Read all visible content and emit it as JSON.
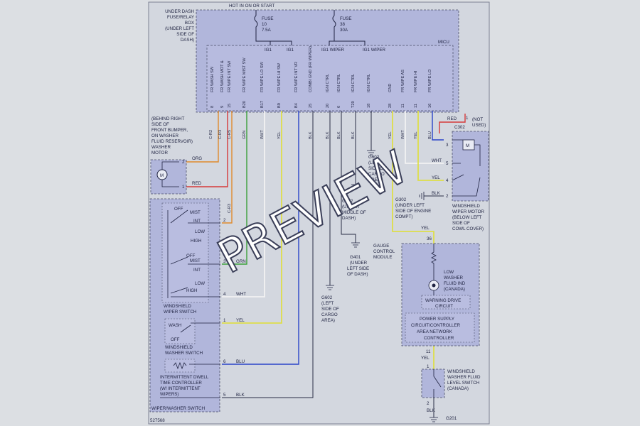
{
  "header": {
    "hot_label": "HOT IN ON OR START"
  },
  "fusebox": {
    "location": [
      "UNDER DASH",
      "FUSE/RELAY",
      "BOX",
      "(UNDER LEFT",
      "SIDE OF",
      "DASH)"
    ],
    "fuse_a": [
      "FUSE",
      "10",
      "7.5A"
    ],
    "fuse_b": [
      "FUSE",
      "38",
      "30A"
    ],
    "micu": "MICU",
    "outputs": [
      "IG1",
      "IG1",
      "IG1 WIPER",
      "IG1 WIPER"
    ]
  },
  "micu_columns": [
    {
      "text": "FR WASH SW",
      "pin": "8"
    },
    {
      "text": "FR WASH MOT &",
      "pin": "9"
    },
    {
      "text": "FR WIPE INT SW",
      "pin": "15"
    },
    {
      "text": "FR WIPE MIST SW",
      "pin": "B20"
    },
    {
      "text": "FR WIPE LO SW",
      "pin": "B17"
    },
    {
      "text": "FR WIPE HI SW",
      "pin": "B9"
    },
    {
      "text": "FR WIPE INT VR",
      "pin": "B4"
    },
    {
      "text": "COMBI GND (FR WIPER)",
      "pin": "25"
    },
    {
      "text": "IGN CTRL",
      "pin": "20"
    },
    {
      "text": "IGN CTRL",
      "pin": "6"
    },
    {
      "text": "IGN CTRL",
      "pin": "T29"
    },
    {
      "text": "IGN CTRL",
      "pin": "18"
    },
    {
      "text": "GND",
      "pin": "28"
    },
    {
      "text": "FR WIPE AS",
      "pin": "11"
    },
    {
      "text": "FR WIPE HI",
      "pin": "11"
    },
    {
      "text": "FR WIPE LO",
      "pin": "16"
    }
  ],
  "wire_colors": [
    "ORG",
    "RED",
    "C-R3",
    "GRN",
    "WHT",
    "YEL",
    "BLU",
    "BLK"
  ],
  "wire_tags": [
    "C-R2",
    "C-R3",
    "C-R5",
    "GRN",
    "WHT",
    "YEL",
    "BLK",
    "BLK",
    "BLK",
    "BLK",
    "YEL",
    "WHT",
    "YEL",
    "BLU"
  ],
  "colors": {
    "orange": "#e08a2c",
    "red": "#d63a3a",
    "green": "#3aa03a",
    "blue": "#2a44c8",
    "yellow": "#dede4a",
    "dark": "#1e2240",
    "panel": "#b1b6db"
  },
  "washer_motor": {
    "location": [
      "(BEHIND RIGHT",
      "SIDE OF",
      "FRONT BUMPER,",
      "ON WASHER",
      "FLUID RESERVOIR)"
    ],
    "name": [
      "WASHER",
      "MOTOR"
    ],
    "pins": [
      "2",
      "1"
    ],
    "wires": [
      "ORG",
      "RED"
    ]
  },
  "wiper_motor": {
    "not_used": [
      "(NOT",
      "USED)"
    ],
    "connector": "C302",
    "wires": [
      "RED",
      "WHT",
      "YEL",
      "BLK"
    ],
    "pins": [
      "1",
      "3",
      "5",
      "4",
      "2"
    ],
    "name": [
      "WINDSHIELD",
      "WIPER MOTOR",
      "(BELOW LEFT",
      "SIDE OF",
      "COWL COVER)"
    ]
  },
  "grounds": {
    "g602_a": [
      "G602",
      "(LEFT",
      "SIDE OF",
      "CARGO",
      "AREA)"
    ],
    "g401": [
      "G401",
      "(UNDER",
      "LEFT SIDE",
      "OF DASH)"
    ],
    "g602_b": [
      "G602",
      "(LEFT",
      "SIDE OF",
      "CARGO",
      "AREA)"
    ],
    "g402": [
      "G402",
      "(UNDER",
      "MIDDLE OF",
      "DASH)"
    ],
    "g302": [
      "G302",
      "(UNDER LEFT",
      "SIDE OF ENGINE",
      "COMPT)"
    ],
    "g201": "G201"
  },
  "switch_panel": {
    "wiper_modes_a": [
      "OFF",
      "MIST",
      "INT",
      "LOW",
      "HIGH"
    ],
    "wiper_modes_b": [
      "OFF",
      "MIST",
      "INT",
      "LOW",
      "HIGH"
    ],
    "wiper_name": [
      "WINDSHIELD",
      "WIPER SWITCH"
    ],
    "washer_modes": [
      "WASH",
      "OFF"
    ],
    "washer_name": [
      "WINDSHIELD",
      "WASHER SWITCH"
    ],
    "dwell_name": [
      "INTERMITTENT DWELL",
      "TIME CONTROLLER",
      "(W/ INTERMITTENT",
      "WIPERS)"
    ],
    "pins": [
      "2",
      "3",
      "4",
      "1",
      "6",
      "5"
    ],
    "wires": [
      "C-R3",
      "GRN",
      "WHT",
      "YEL",
      "BLU",
      "BLK"
    ],
    "title": "WIPER/WASHER SWITCH"
  },
  "gauge": {
    "label": [
      "GAUGE",
      "CONTROL",
      "MODULE"
    ],
    "pin_top": "36",
    "wire_top": "YEL",
    "indicator": [
      "LOW",
      "WASHER",
      "FLUID IND",
      "(CANADA)"
    ],
    "drive": [
      "WARNING DRIVE",
      "CIRCUIT"
    ],
    "power": [
      "POWER SUPPLY",
      "CIRCUIT/CONTROLLER",
      "AREA NETWORK",
      "CONTROLLER"
    ],
    "pin_bottom": "11",
    "wire_bottom": "YEL"
  },
  "level_switch": {
    "name": [
      "WINDSHIELD",
      "WASHER FLUID",
      "LEVEL SWITCH",
      "(CANADA)"
    ],
    "pins": [
      "1",
      "2"
    ],
    "wire": "BLK"
  },
  "figure_id": "527568",
  "watermark": "PREVIEW"
}
